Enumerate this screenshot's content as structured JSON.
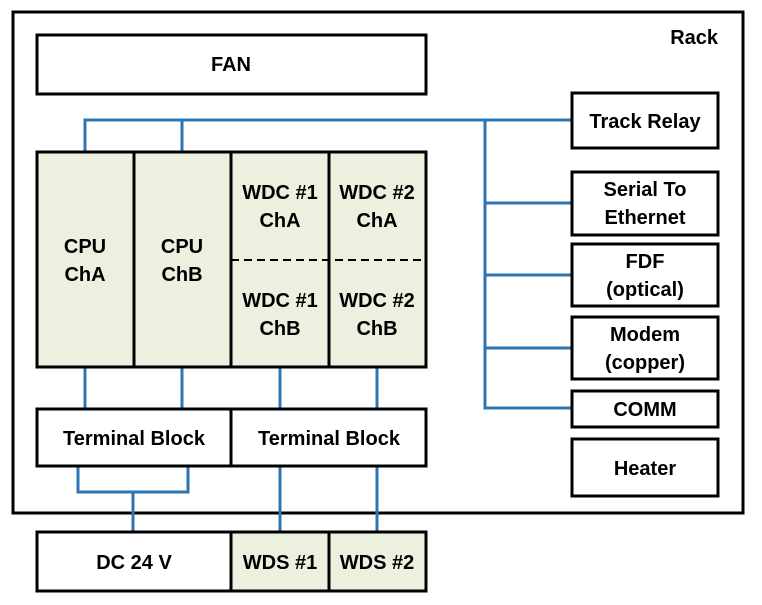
{
  "rack_label": "Rack",
  "fan": "FAN",
  "cpu_a": [
    "CPU",
    "ChA"
  ],
  "cpu_b": [
    "CPU",
    "ChB"
  ],
  "wdc1_a": [
    "WDC #1",
    "ChA"
  ],
  "wdc2_a": [
    "WDC #2",
    "ChA"
  ],
  "wdc1_b": [
    "WDC #1",
    "ChB"
  ],
  "wdc2_b": [
    "WDC #2",
    "ChB"
  ],
  "terminal_block_1": "Terminal Block",
  "terminal_block_2": "Terminal Block",
  "track_relay": "Track Relay",
  "serial_to_ethernet": [
    "Serial To",
    "Ethernet"
  ],
  "fdf": [
    "FDF",
    "(optical)"
  ],
  "modem": [
    "Modem",
    "(copper)"
  ],
  "comm": "COMM",
  "heater": "Heater",
  "dc24v": "DC 24 V",
  "wds1": "WDS #1",
  "wds2": "WDS #2",
  "colors": {
    "module_fill": "#ebf1de",
    "wire": "#2e75b6",
    "outline": "#000000"
  }
}
